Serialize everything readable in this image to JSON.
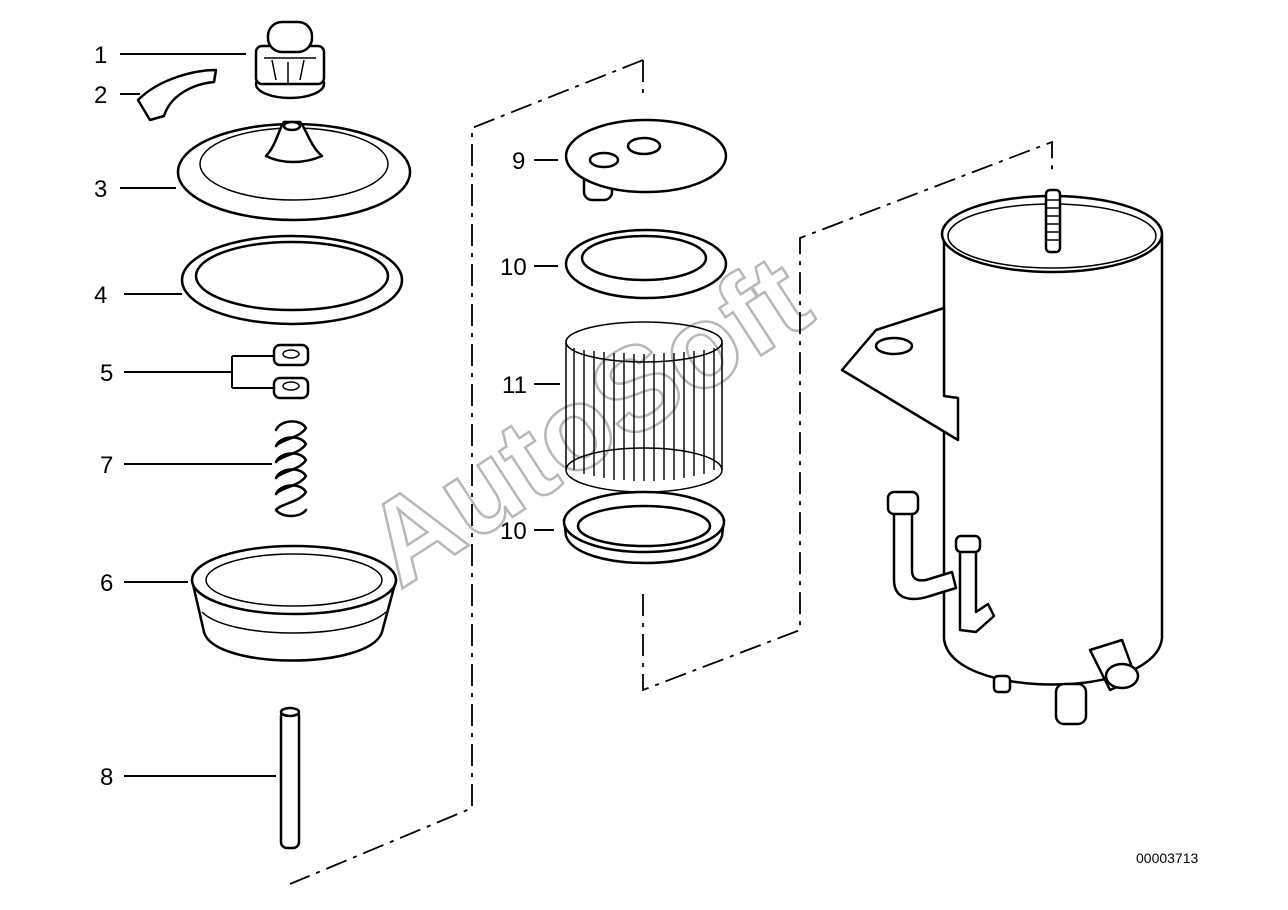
{
  "diagram": {
    "callouts": [
      {
        "id": "c1",
        "label": "1"
      },
      {
        "id": "c2",
        "label": "2"
      },
      {
        "id": "c3",
        "label": "3"
      },
      {
        "id": "c4",
        "label": "4"
      },
      {
        "id": "c5",
        "label": "5"
      },
      {
        "id": "c7",
        "label": "7"
      },
      {
        "id": "c6",
        "label": "6"
      },
      {
        "id": "c8",
        "label": "8"
      },
      {
        "id": "c9",
        "label": "9"
      },
      {
        "id": "c10a",
        "label": "10"
      },
      {
        "id": "c11",
        "label": "11"
      },
      {
        "id": "c10b",
        "label": "10"
      }
    ],
    "diagram_id": "00003713",
    "watermark": "AutoSoft"
  }
}
